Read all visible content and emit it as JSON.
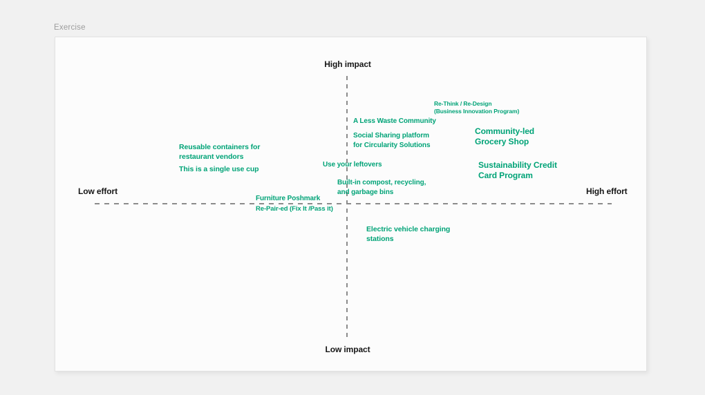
{
  "frame": {
    "title": "Exercise"
  },
  "colors": {
    "note_green": "#00A377",
    "axis_line_gray": "#8B8B8B",
    "axis_label_black": "#161616",
    "board_background": "#FCFCFC",
    "page_background": "#F1F1F1"
  },
  "axes": {
    "top_label": "High impact",
    "bottom_label": "Low impact",
    "left_label": "Low effort",
    "right_label": "High effort"
  },
  "notes": {
    "rethink_redesign": "Re-Think / Re-Design\n(Business Innovation Program)",
    "less_waste_community": "A Less Waste Community",
    "social_sharing_platform": "Social Sharing platform\nfor Circularity Solutions",
    "community_led_grocery": "Community-led\nGrocery Shop",
    "use_your_leftovers": "Use your leftovers",
    "built_in_compost": "Built-in compost, recycling,\nand garbage bins",
    "sustainability_credit_card": "Sustainability Credit\nCard Program",
    "reusable_containers": "Reusable containers for\nrestaurant vendors",
    "single_use_cup": "This is a single use cup",
    "furniture_poshmark": "Furniture Poshmark",
    "re_pair_ed": "Re-Pair-ed (Fix It /Pass it)",
    "ev_charging_stations": "Electric vehicle charging\nstations"
  }
}
